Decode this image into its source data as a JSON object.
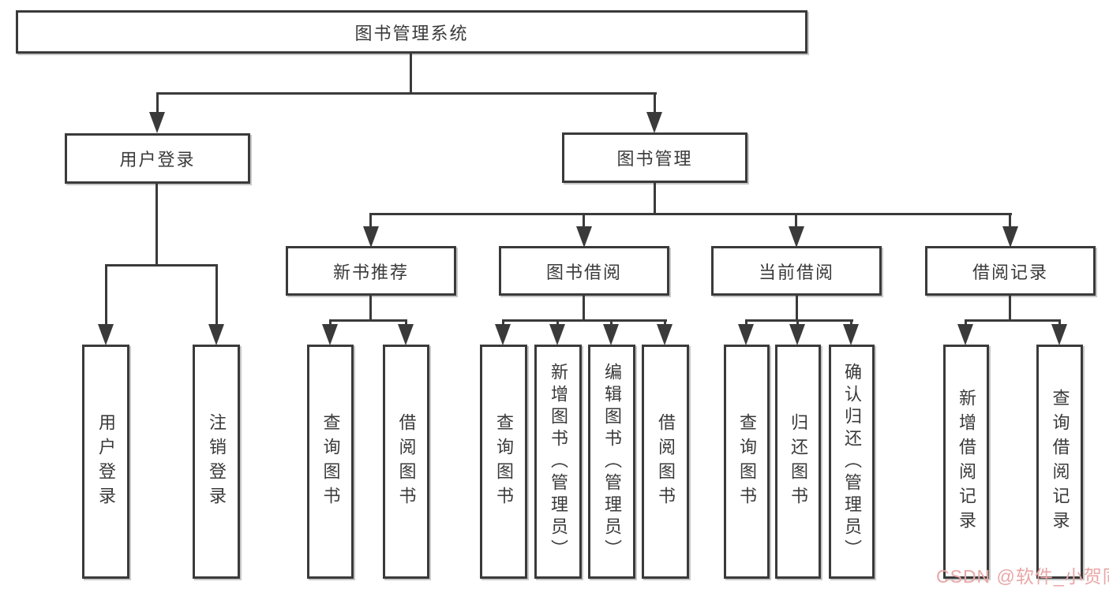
{
  "colors": {
    "line": "#3a3a3a",
    "box_border": "#3a3a3a",
    "text": "#3a3a3a",
    "background": "#ffffff",
    "watermark": "#e9a6a6"
  },
  "tree": {
    "root": "图书管理系统",
    "branches": [
      {
        "label": "用户登录",
        "children": [
          "用户登录",
          "注销登录"
        ]
      },
      {
        "label": "图书管理",
        "groups": [
          {
            "label": "新书推荐",
            "children": [
              "查询图书",
              "借阅图书"
            ]
          },
          {
            "label": "图书借阅",
            "children": [
              "查询图书",
              "新增图书（管理员）",
              "编辑图书（管理员）",
              "借阅图书"
            ]
          },
          {
            "label": "当前借阅",
            "children": [
              "查询图书",
              "归还图书",
              "确认归还（管理员）"
            ]
          },
          {
            "label": "借阅记录",
            "children": [
              "新增借阅记录",
              "查询借阅记录"
            ]
          }
        ]
      }
    ]
  },
  "watermark": {
    "text": "CSDN @软件_小贺同学"
  }
}
